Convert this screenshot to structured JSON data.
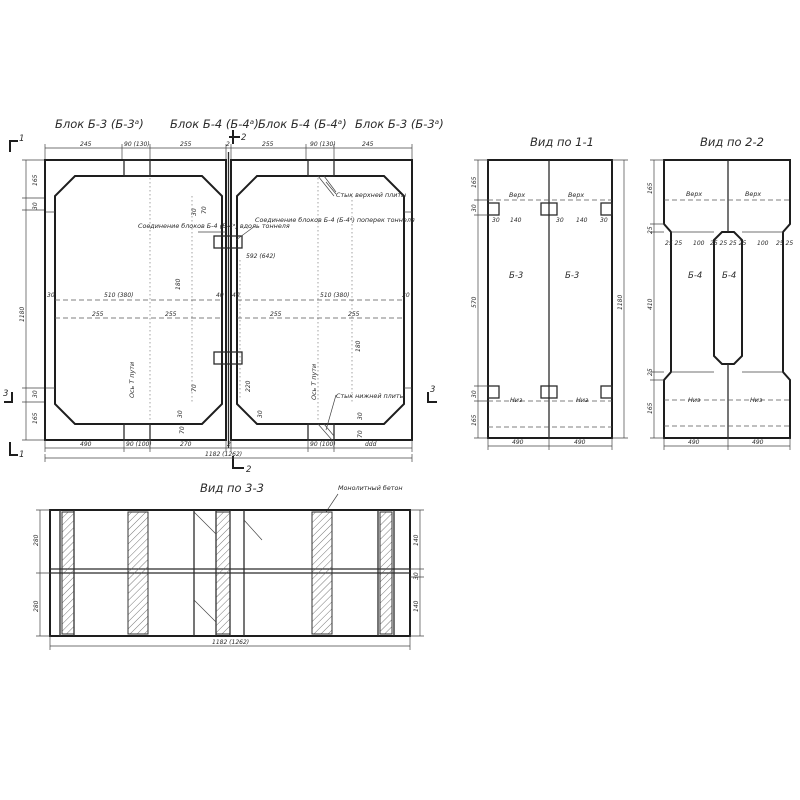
{
  "titles": {
    "block_b3_left": "Блок Б-3 (Б-3ᵃ)",
    "block_b4_left": "Блок Б-4 (Б-4ᵃ)",
    "block_b4_right": "Блок Б-4 (Б-4ᵃ)",
    "block_b3_right": "Блок Б-3 (Б-3ᵃ)",
    "view_1_1": "Вид по 1-1",
    "view_2_2": "Вид по 2-2",
    "view_3_3": "Вид по 3-3"
  },
  "section_marks": {
    "s1": "1",
    "s2": "2",
    "s3": "3"
  },
  "plan_dims": {
    "top_245_l": "245",
    "top_90_l": "90 (130)",
    "top_255_l": "255",
    "top_2": "2",
    "top_255_r": "255",
    "top_90_r": "90 (130)",
    "top_245_r": "245",
    "bot_490": "490",
    "bot_90_l": "90 (100)",
    "bot_270": "270",
    "bot_2": "2",
    "bot_90_r": "90 (100)",
    "bot_ddd": "ddd",
    "overall": "1182 (1262)",
    "left_165_top": "165",
    "left_30_top": "30",
    "left_1180": "1180",
    "left_30_bot": "30",
    "left_165_bot": "165",
    "w510_l": "510 (380)",
    "w510_r": "510 (380)",
    "mid_255_1": "255",
    "mid_255_2": "255",
    "mid_255_3": "255",
    "mid_255_4": "255",
    "h180": "180",
    "h592": "592 (642)",
    "d40_l": "40",
    "d40_r": "40",
    "d30_a": "30",
    "d30_b": "30",
    "d30_c": "30",
    "d30_d": "30",
    "d70_a": "70",
    "d70_b": "70",
    "d70_c": "70",
    "d70_d": "70",
    "d220": "220",
    "d180": "180",
    "side_30_l": "30",
    "side_30_r": "30"
  },
  "plan_notes": {
    "conn_along": "Соединение блоков Б-4 (Б-4ᵃ) вдоль тоннеля",
    "conn_across": "Соединение блоков Б-4 (Б-4ᵃ) поперек тоннеля",
    "upper_plate": "Стык верхней плиты",
    "lower_plate": "Стык нижней плиты",
    "axis_l": "Ось Т пути",
    "axis_r": "Ось Т пути"
  },
  "view1": {
    "b3_l": "Б-3",
    "b3_r": "Б-3",
    "top_l": "Верх",
    "top_r": "Верх",
    "bot_l": "Низ",
    "bot_r": "Низ",
    "d30_l": "30",
    "d140_l": "140",
    "d30_m": "30",
    "d140_r": "140",
    "d30_r": "30",
    "h165": "165",
    "h30a": "30",
    "h570": "570",
    "h1180": "1180",
    "h30b": "30",
    "h165b": "165",
    "w490_l": "490",
    "w490_r": "490"
  },
  "view2": {
    "b4_l": "Б-4",
    "b4_r": "Б-4",
    "top_l": "Верх",
    "top_r": "Верх",
    "bot_l": "Низ",
    "bot_r": "Низ",
    "r1": "25 25",
    "r2": "100",
    "r3": "25 25 25 25",
    "r4": "100",
    "r5": "25 25",
    "h165": "165",
    "h25": "25",
    "h410": "410",
    "h25b": "25",
    "h165b": "165",
    "w490_l": "490",
    "w490_r": "490"
  },
  "view3": {
    "monolith": "Монолитный бетон",
    "l280a": "280",
    "l280b": "280",
    "r140a": "140",
    "r30": "30",
    "r140b": "140",
    "overall": "1182 (1262)"
  }
}
